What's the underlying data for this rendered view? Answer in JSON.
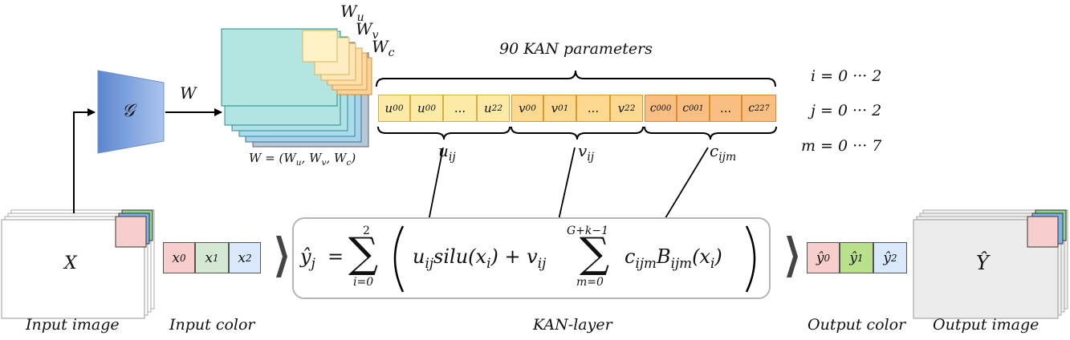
{
  "generator": {
    "symbol": "𝒢",
    "output_label": "W"
  },
  "weights": {
    "labels": [
      "W",
      "u",
      "W",
      "v",
      "W",
      "c"
    ],
    "caption": "W = (W",
    "caption_parts": [
      "u",
      ", W",
      "v",
      ", W",
      "c",
      ")"
    ]
  },
  "params": {
    "title": "90 KAN parameters",
    "u_cells": [
      "u",
      "00",
      "u",
      "00",
      "...",
      "u",
      "22"
    ],
    "v_cells": [
      "v",
      "00",
      "v",
      "01",
      "...",
      "v",
      "22"
    ],
    "c_cells": [
      "c",
      "000",
      "c",
      "001",
      "...",
      "c",
      "227"
    ],
    "brace_labels": {
      "u": "u",
      "u_sub": "ij",
      "v": "v",
      "v_sub": "ij",
      "c": "c",
      "c_sub": "ijm"
    }
  },
  "ranges": {
    "i": "i = 0 ··· 2",
    "j": "j = 0 ··· 2",
    "m": "m = 0 ··· 7"
  },
  "input": {
    "symbol": "X",
    "chips": [
      "x",
      "0",
      "x",
      "1",
      "x",
      "2"
    ],
    "chip_colors": [
      "#f8cecc",
      "#d5e8d4",
      "#dae8fc"
    ]
  },
  "output": {
    "symbol": "Ŷ",
    "chips": [
      "ŷ",
      "0",
      "ŷ",
      "1",
      "ŷ",
      "2"
    ],
    "chip_colors": [
      "#f8cecc",
      "#b9e08a",
      "#dae8fc"
    ]
  },
  "formula": {
    "lhs": "ŷ",
    "lhs_sub": "j",
    "eq": "=",
    "sum1_top": "2",
    "sum1_bottom": "i=0",
    "term1": "u",
    "term1_sub": "ij",
    "term1_rest": "silu(x",
    "term1_rest_sub": "i",
    "term1_close": ") + v",
    "term1_vsub": "ij",
    "sum2_top": "G+k−1",
    "sum2_bottom": "m=0",
    "term2": "c",
    "term2_sub": "ijm",
    "term2_b": "B",
    "term2_bsub": "ijm",
    "term2_x": "(x",
    "term2_xsub": "i",
    "term2_close": ")"
  },
  "labels": {
    "input_image": "Input image",
    "input_color": "Input color",
    "kan_layer": "KAN-layer",
    "output_color": "Output color",
    "output_image": "Output image"
  }
}
